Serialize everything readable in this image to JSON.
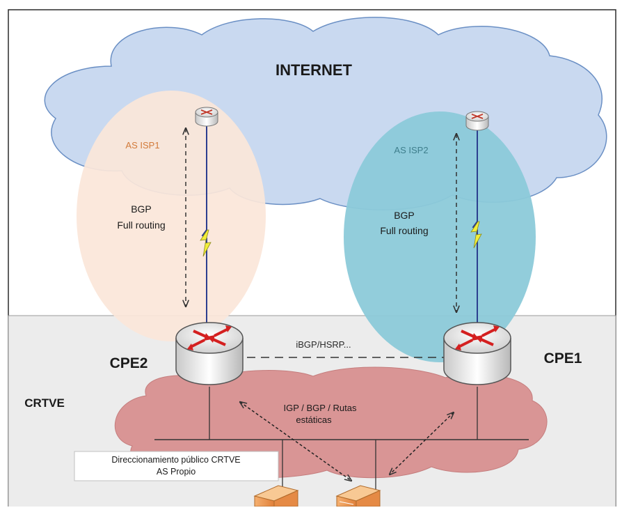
{
  "cloud": {
    "label": "INTERNET"
  },
  "isp1": {
    "label": "AS ISP1",
    "protocol_line1": "BGP",
    "protocol_line2": "Full routing"
  },
  "isp2": {
    "label": "AS ISP2",
    "protocol_line1": "BGP",
    "protocol_line2": "Full routing"
  },
  "routers": {
    "cpe2_label": "CPE2",
    "cpe1_label": "CPE1"
  },
  "link": {
    "label": "iBGP/HSRP..."
  },
  "site": {
    "label": "CRTVE"
  },
  "lan_cloud": {
    "line1": "IGP / BGP / Rutas",
    "line2": "estáticas"
  },
  "addressing": {
    "line1": "Direccionamiento público CRTVE",
    "line2": "AS Propio"
  },
  "colors": {
    "internet_cloud": "#c9d9f0",
    "isp1_ellipse": "#fbe6d9",
    "isp2_ellipse": "#8ccad9",
    "lan_cloud": "#d99595",
    "site_area": "#ececec",
    "isp1_text": "#d27a3a",
    "isp2_text": "#3e7e8c"
  }
}
